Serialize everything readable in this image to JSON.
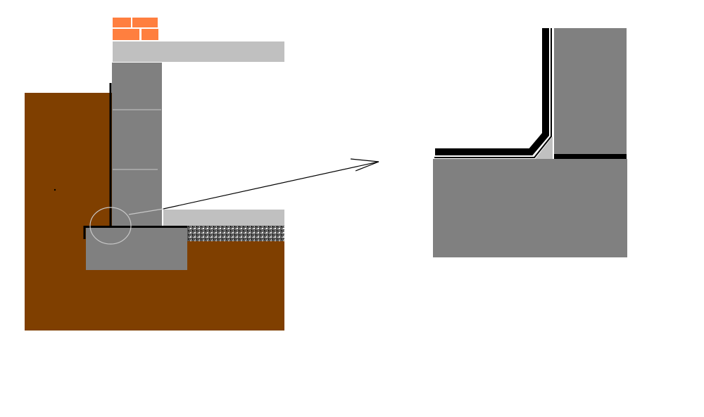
{
  "diagram": {
    "colors": {
      "soil": "#7f3f00",
      "concrete": "#808080",
      "slab": "#c0c0c0",
      "brick": "#ff7f3f",
      "membrane": "#000000",
      "background": "#ffffff"
    },
    "parts": [
      "brick-course",
      "floor-slab-top",
      "foundation-wall",
      "soil",
      "footing",
      "basement-floor-slab",
      "gravel-bed",
      "waterproofing-membrane",
      "detail-circle",
      "callout-arrow",
      "detail-enlargement"
    ]
  }
}
